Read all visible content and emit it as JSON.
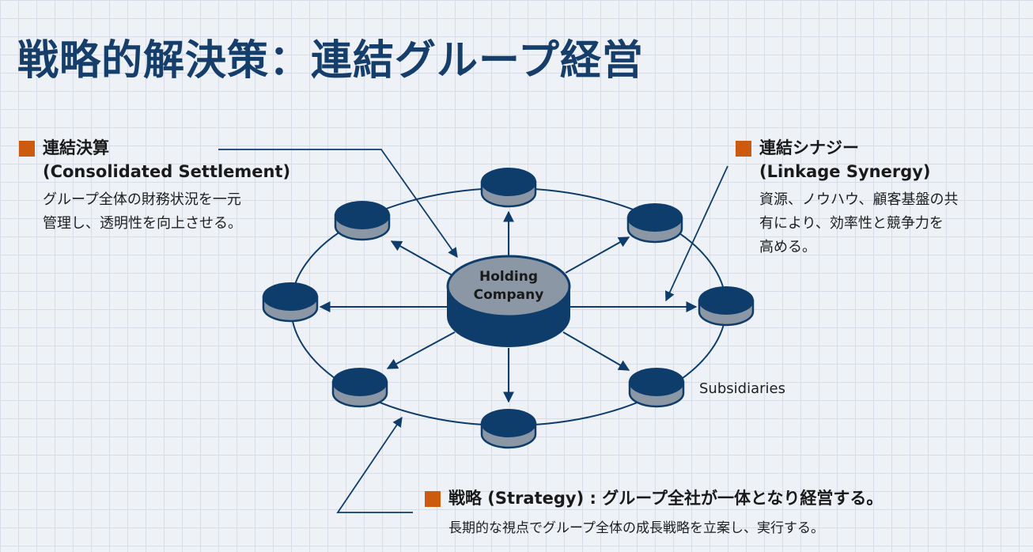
{
  "title": "戦略的解決策：連結グループ経営",
  "colors": {
    "navy": "#0f3d6b",
    "gray": "#8c97a6",
    "accent": "#cc5a0f",
    "title": "#163e6b"
  },
  "left_block": {
    "bullet_icon": "orange-square",
    "heading": "連結決算",
    "subheading": "(Consolidated Settlement)",
    "description": [
      "グループ全体の財務状況を一元",
      "管理し、透明性を向上させる。"
    ]
  },
  "right_block": {
    "bullet_icon": "orange-square",
    "heading": "連結シナジー",
    "subheading": "(Linkage Synergy)",
    "description": [
      "資源、ノウハウ、顧客基盤の共",
      "有により、効率性と競争力を",
      "高める。"
    ]
  },
  "bottom_block": {
    "bullet_icon": "orange-square",
    "heading": "戦略 (Strategy) : グループ全社が一体となり経営する。",
    "description": "長期的な視点でグループ全体の成長戦略を立案し、実行する。"
  },
  "diagram": {
    "center_label_line1": "Holding",
    "center_label_line2": "Company",
    "subsidiaries_label": "Subsidiaries",
    "subsidiary_count": 8
  }
}
